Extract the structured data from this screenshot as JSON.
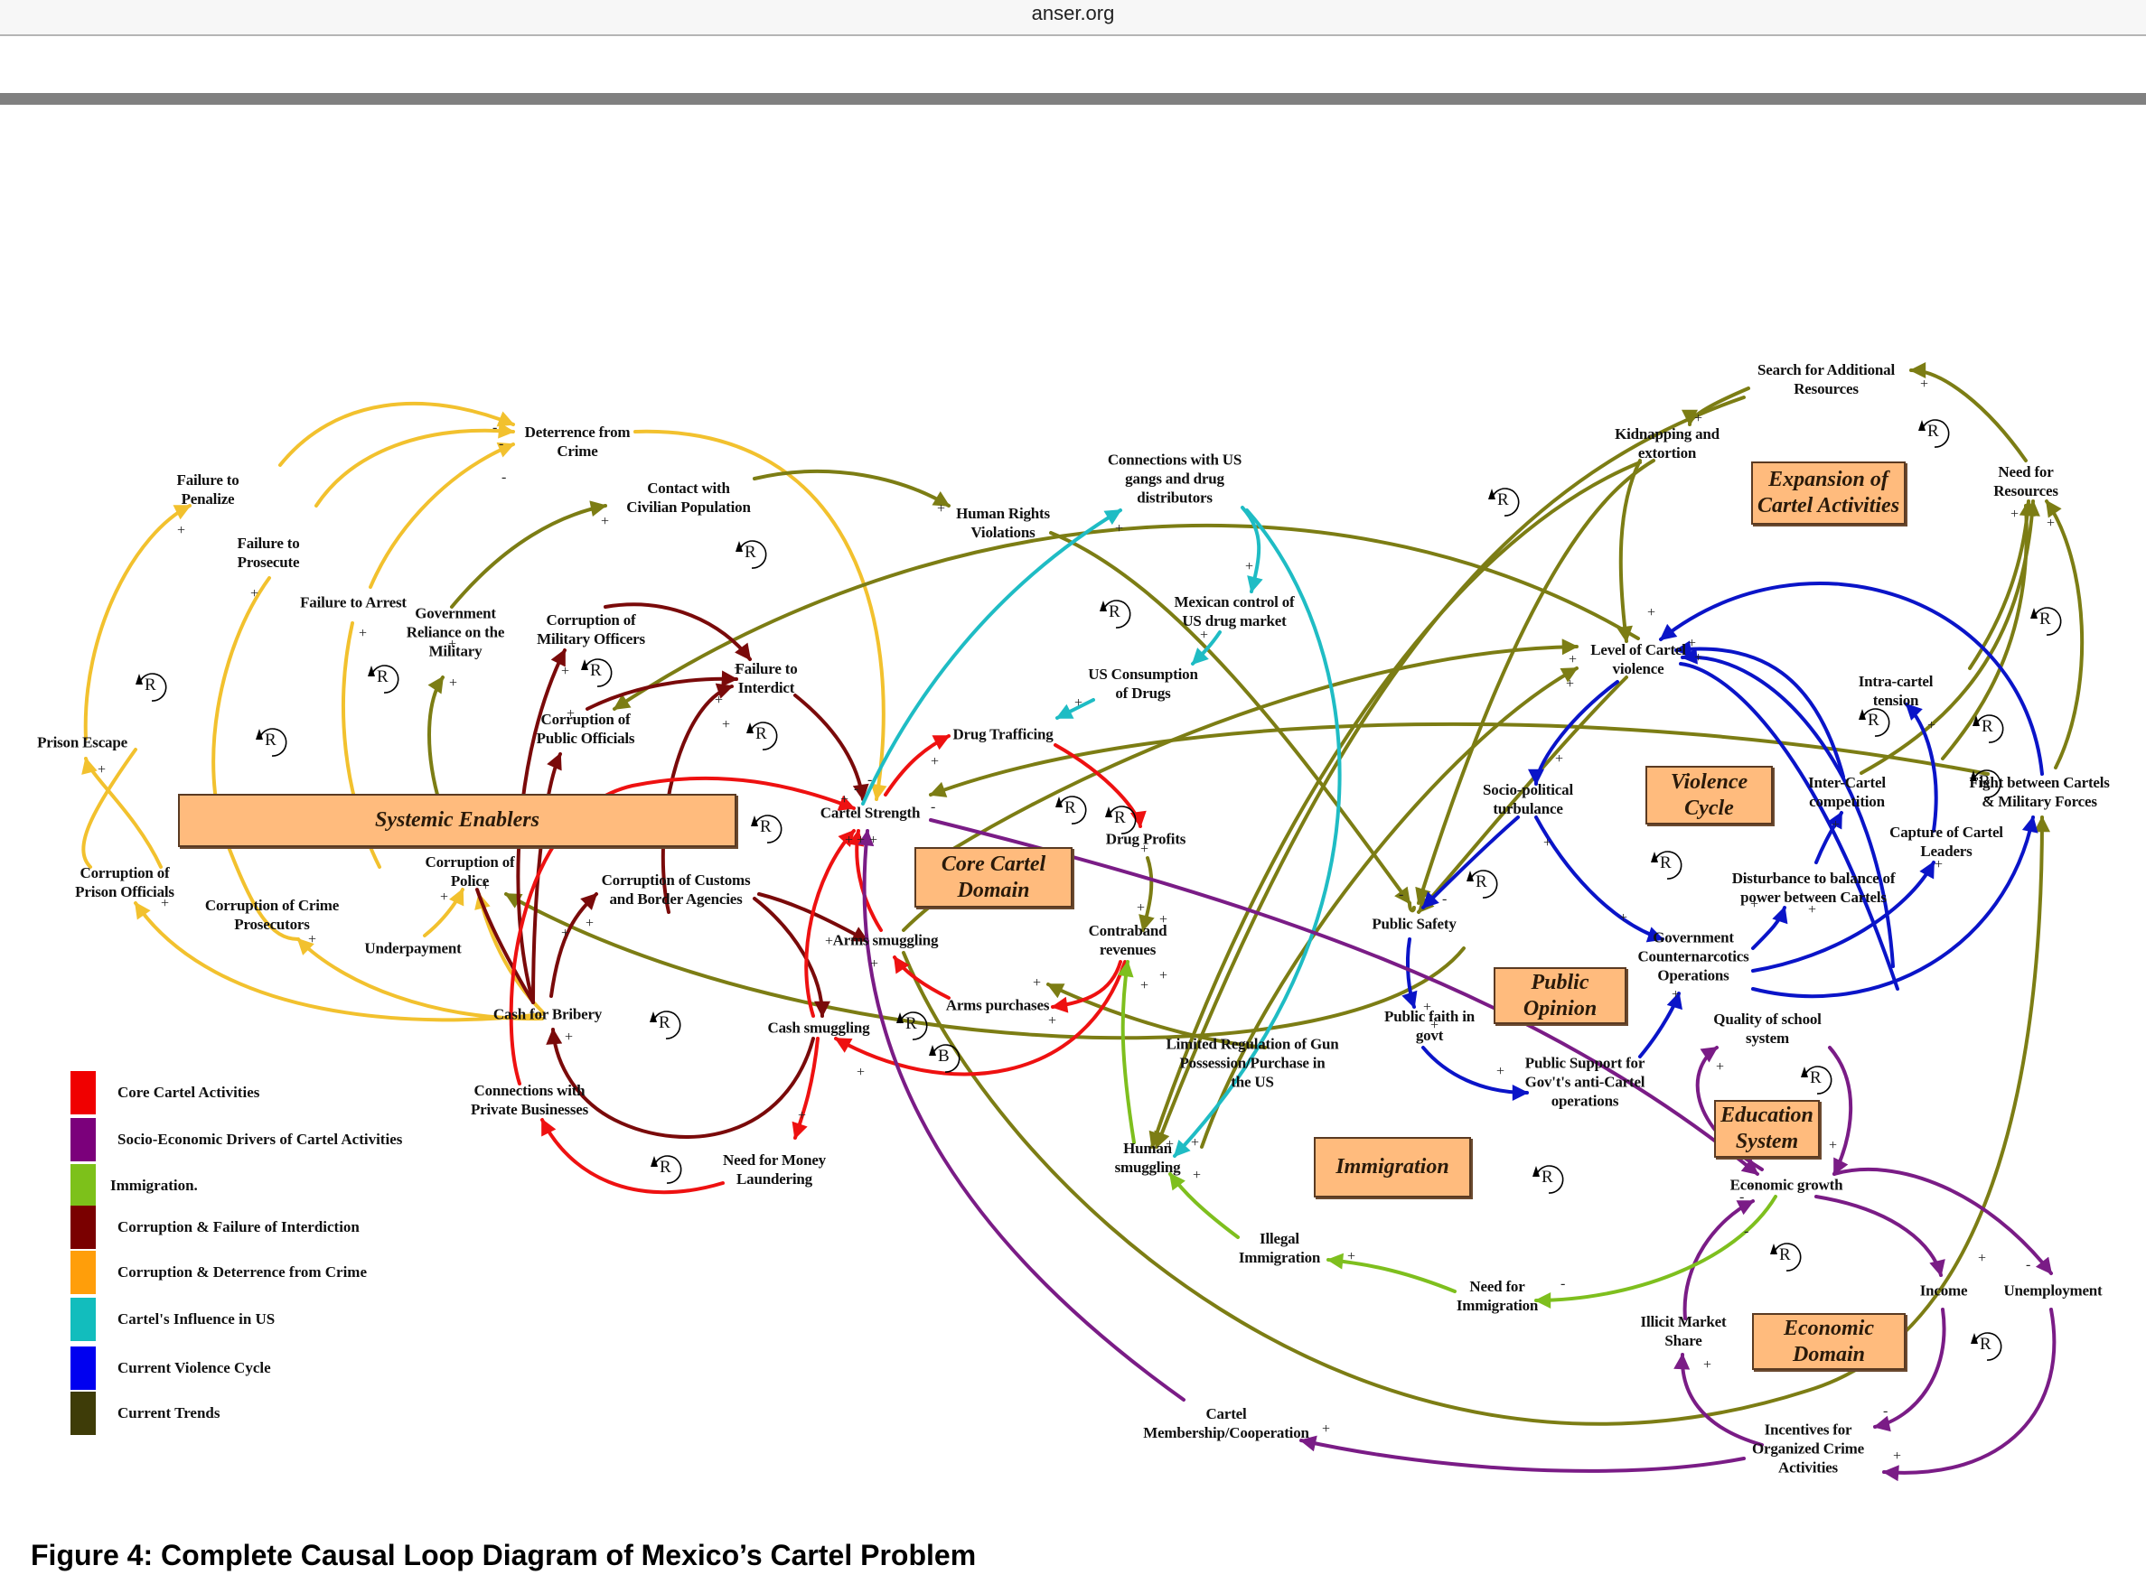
{
  "browser": {
    "url": "anser.org"
  },
  "caption": "Figure 4: Complete Causal Loop Diagram of Mexico’s Cartel Problem",
  "colors": {
    "core": "#ee1111",
    "socio": "#7a1c86",
    "immigration": "#7ebf1e",
    "interdiction": "#7a0a0a",
    "deterrence": "#f2c12e",
    "us_influence": "#1fbcc4",
    "violence": "#0a14c8",
    "trends": "#7c7d14",
    "box_fill": "#ffbb7d"
  },
  "legend": [
    {
      "label": "Core Cartel Activities",
      "color": "#f00000"
    },
    {
      "label": "Socio-Economic Drivers of Cartel Activities",
      "color": "#7b007b"
    },
    {
      "label": "Immigration.",
      "color": "#7dc11a"
    },
    {
      "label": "Corruption & Failure of Interdiction",
      "color": "#7a0000"
    },
    {
      "label": "Corruption & Deterrence from Crime",
      "color": "#ff9e0a"
    },
    {
      "label": "Cartel's Influence in US",
      "color": "#12bdbd"
    },
    {
      "label": "Current Violence Cycle",
      "color": "#0000f0"
    },
    {
      "label": "Current Trends",
      "color": "#3e3c08"
    }
  ],
  "domains": [
    {
      "id": "systemic",
      "label": "Systemic Enablers"
    },
    {
      "id": "core",
      "label": "Core Cartel\nDomain"
    },
    {
      "id": "expansion",
      "label": "Expansion of\nCartel Activities"
    },
    {
      "id": "violence",
      "label": "Violence\nCycle"
    },
    {
      "id": "opinion",
      "label": "Public\nOpinion"
    },
    {
      "id": "immigration",
      "label": "Immigration"
    },
    {
      "id": "education",
      "label": "Education\nSystem"
    },
    {
      "id": "economic",
      "label": "Economic\nDomain"
    }
  ],
  "nodes": {
    "deterrence": "Deterrence from\nCrime",
    "fail_penalize": "Failure to\nPenalize",
    "fail_prosecute": "Failure to\nProsecute",
    "fail_arrest": "Failure to Arrest",
    "gov_reliance": "Government\nReliance on the\nMilitary",
    "contact_civ": "Contact with\nCivilian Population",
    "human_rights": "Human Rights\nViolations",
    "conn_us_gangs": "Connections with US\ngangs and drug\ndistributors",
    "mex_control": "Mexican control of\nUS drug market",
    "us_consumption": "US Consumption\nof Drugs",
    "drug_trafficking": "Drug Trafficing",
    "corr_military": "Corruption of\nMilitary Officers",
    "fail_interdict": "Failure to\nInterdict",
    "corr_public": "Corruption of\nPublic Officials",
    "prison_escape": "Prison Escape",
    "cartel_strength": "Cartel Strength",
    "drug_profits": "Drug Profits",
    "corr_police": "Corruption of\nPolice",
    "corr_prison": "Corruption of\nPrison Officials",
    "corr_prosecutors": "Corruption of Crime\nProsecutors",
    "corr_customs": "Corruption of Customs\nand Border Agencies",
    "underpayment": "Underpayment",
    "arms_smuggling": "Arms smuggling",
    "contraband": "Contraband\nrevenues",
    "arms_purchases": "Arms purchases",
    "cash_bribery": "Cash for Bribery",
    "cash_smuggling": "Cash smuggling",
    "limited_reg": "Limited Regulation of Gun\nPossession/Purchase in\nthe US",
    "conn_private": "Connections with\nPrivate Businesses",
    "money_laundering": "Need for Money\nLaundering",
    "human_smuggling": "Human\nsmuggling",
    "illegal_imm": "Illegal\nImmigration",
    "need_imm": "Need for\nImmigration",
    "cartel_membership": "Cartel\nMembership/Cooperation",
    "search_resources": "Search for Additional\nResources",
    "kidnapping": "Kidnapping and\nextortion",
    "need_resources": "Need for\nResources",
    "level_violence": "Level of Cartel\nviolence",
    "intra_tension": "Intra-cartel\ntension",
    "socio_turbulance": "Socio-political\nturbulance",
    "inter_competition": "Inter-Cartel\ncompetition",
    "fight_military": "Fight between Cartels\n& Military Forces",
    "capture_leaders": "Capture of Cartel\nLeaders",
    "disturbance": "Disturbance to balance of\npower between Cartels",
    "public_safety": "Public Safety",
    "gov_counter": "Government\nCounternarcotics\nOperations",
    "public_faith": "Public faith in\ngovt",
    "public_support": "Public Support for\nGov't's anti-Cartel\noperations",
    "quality_school": "Quality of school\nsystem",
    "economic_growth": "Economic growth",
    "income": "Income",
    "unemployment": "Unemployment",
    "illicit_share": "Illicit Market\nShare",
    "incentives": "Incentives for\nOrganized Crime\nActivities"
  },
  "loops": [
    "R",
    "R",
    "R",
    "R",
    "R",
    "R",
    "R",
    "R",
    "R",
    "R",
    "R",
    "R",
    "R",
    "R",
    "R",
    "R",
    "R",
    "R",
    "B",
    "R",
    "R",
    "R",
    "R",
    "R",
    "R",
    "R"
  ]
}
